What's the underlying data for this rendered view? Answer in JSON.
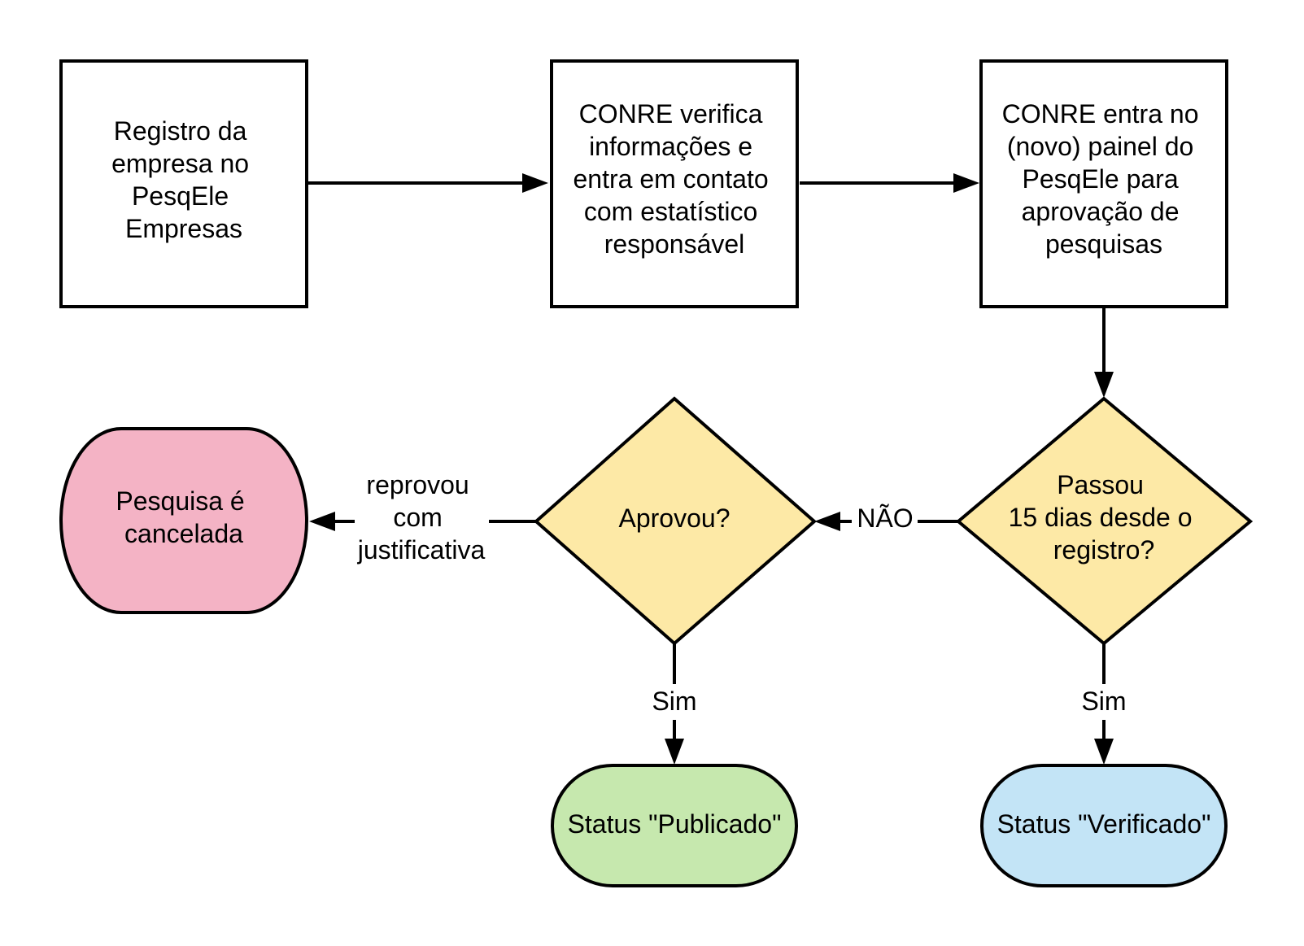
{
  "nodes": {
    "registro": {
      "lines": [
        "Registro da",
        "empresa no",
        "PesqEle",
        "Empresas"
      ]
    },
    "conre_verifica": {
      "lines": [
        "CONRE verifica",
        "informações e",
        "entra em contato",
        "com estatístico",
        "responsável"
      ]
    },
    "conre_painel": {
      "lines": [
        "CONRE entra no",
        "(novo) painel do",
        "PesqEle para",
        "aprovação de",
        "pesquisas"
      ]
    },
    "passou_15_dias": {
      "lines": [
        "Passou",
        "15 dias desde o",
        "registro?"
      ]
    },
    "aprovou": {
      "lines": [
        "Aprovou?"
      ]
    },
    "cancelada": {
      "lines": [
        "Pesquisa é",
        "cancelada"
      ]
    },
    "publicado": {
      "lines": [
        "Status \"Publicado\""
      ]
    },
    "verificado": {
      "lines": [
        "Status \"Verificado\""
      ]
    }
  },
  "edges": {
    "nao": {
      "label": "NÃO"
    },
    "reprovou": {
      "lines": [
        "reprovou",
        "com",
        "justificativa"
      ]
    },
    "sim_aprovou": {
      "label": "Sim"
    },
    "sim_passou": {
      "label": "Sim"
    }
  },
  "colors": {
    "decision_fill": "#fde9a6",
    "cancel_fill": "#f4b3c5",
    "published_fill": "#c6e8ae",
    "verified_fill": "#c3e4f6",
    "box_fill": "#ffffff",
    "stroke": "#000000"
  }
}
